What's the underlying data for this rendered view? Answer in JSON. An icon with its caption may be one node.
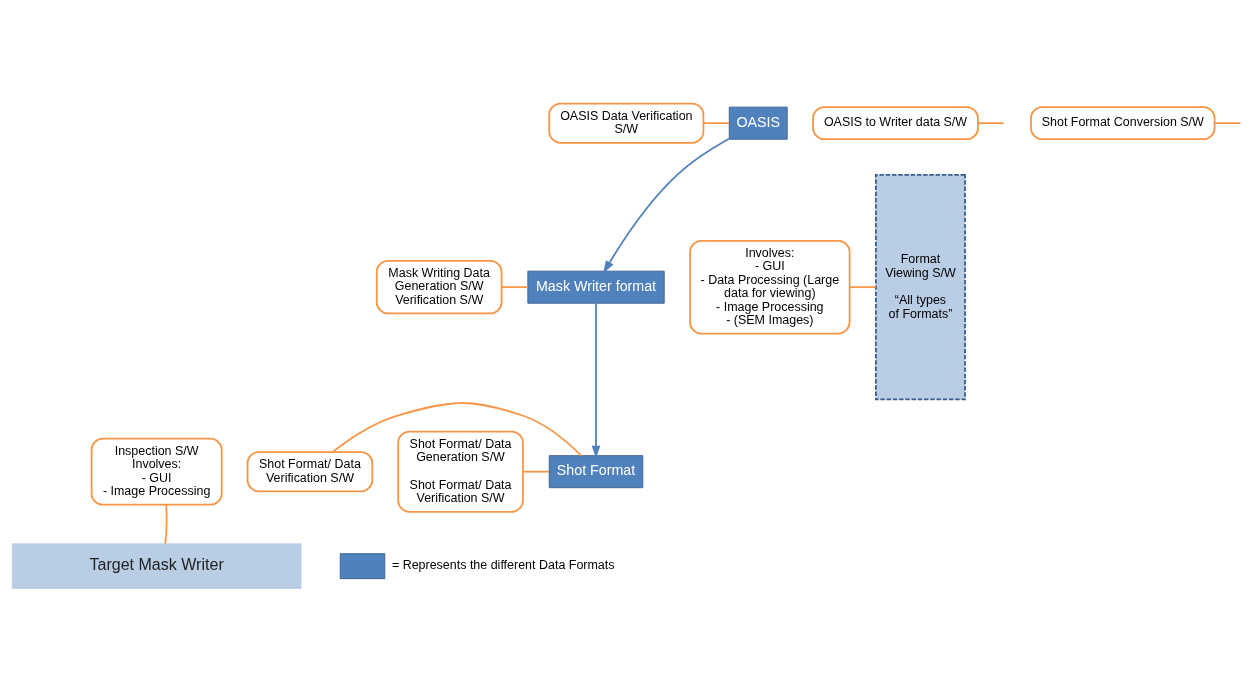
{
  "diagram": {
    "nodes": [
      {
        "text": [
          "OASIS"
        ]
      },
      {
        "text": [
          "Mask Writer format"
        ]
      },
      {
        "text": [
          "Shot Format"
        ]
      },
      {
        "text": [
          "Target Mask Writer"
        ]
      },
      {
        "text": [
          "OASIS Data Verification S/W"
        ]
      },
      {
        "text": [
          "Mask Writing Data Generation S/W Verification S/W"
        ]
      },
      {
        "text": [
          "OASIS to Writer data S/W"
        ]
      },
      {
        "text": [
          "Shot Format Conversion S/W"
        ]
      },
      {
        "text": [
          "Shot Format/ Data Verification S/W"
        ]
      },
      {
        "text": [
          "Shot Format/ Data Generation S/W",
          "Shot Format/ Data Verification S/W"
        ]
      },
      {
        "text": [
          "Inspection S/W",
          "Involves:",
          "- GUI",
          "- Image Processing"
        ]
      },
      {
        "text": [
          "Format Viewing S/W",
          "“All types of Formats”"
        ]
      },
      {
        "text": [
          "Involves:",
          "- GUI",
          "- Data Processing (Large data for viewing)",
          "- Image Processing",
          "- (SEM Images)"
        ]
      }
    ],
    "edges": [
      {
        "from": 0,
        "to": 1,
        "arrow": "to",
        "color": "#4f81bd"
      },
      {
        "from": 1,
        "to": 2,
        "arrow": "to",
        "color": "#4f81bd"
      },
      {
        "from": 4,
        "to": 0,
        "arrow": "none"
      },
      {
        "from": 5,
        "to": 1,
        "arrow": "none"
      },
      {
        "from": 6,
        "to": null,
        "arrow": "none"
      },
      {
        "from": 7,
        "to": null,
        "arrow": "none"
      },
      {
        "from": 8,
        "to": 2,
        "arrow": "none"
      },
      {
        "from": 9,
        "to": 2,
        "arrow": "none"
      },
      {
        "from": 10,
        "to": 3,
        "arrow": "none"
      },
      {
        "from": 12,
        "to": 11,
        "arrow": "none"
      }
    ],
    "legend": [
      {
        "text": "= Represents the different Data Formats",
        "color": "#4f81bd"
      }
    ]
  }
}
